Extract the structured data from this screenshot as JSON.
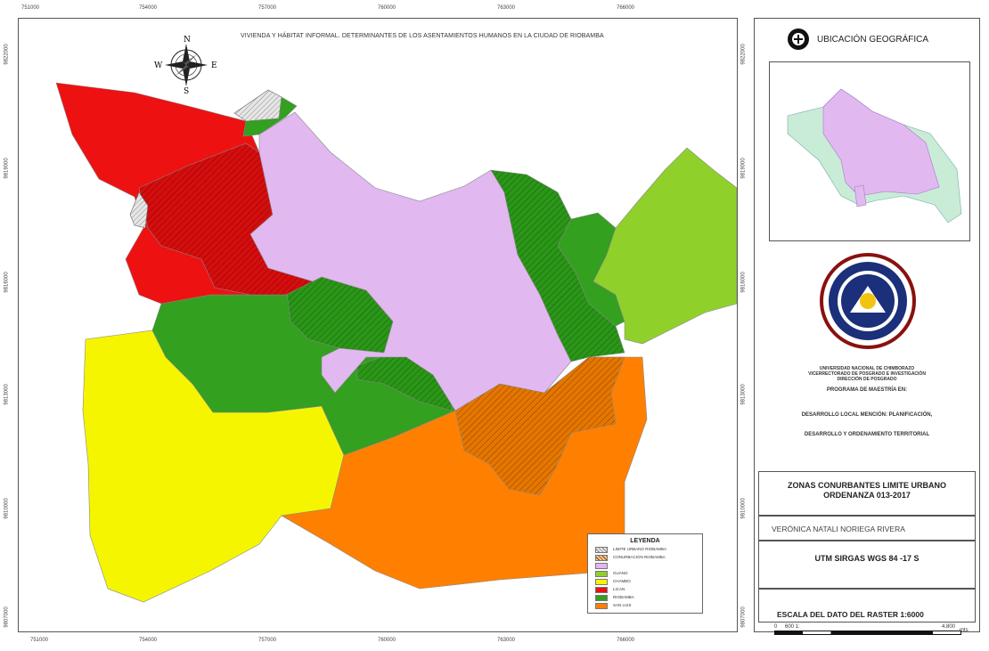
{
  "map": {
    "title": "VIVIENDA Y HÁBITAT INFORMAL. DETERMINANTES DE LOS ASENTAMIENTOS HUMANOS EN LA CIUDAD DE RIOBAMBA",
    "north_letters": {
      "n": "N",
      "s": "S",
      "e": "E",
      "w": "W"
    },
    "ticks_top": [
      "751000",
      "754000",
      "757000",
      "760000",
      "763000",
      "766000"
    ],
    "ticks_bottom": [
      "751000",
      "754000",
      "757000",
      "760000",
      "763000",
      "766000"
    ],
    "ticks_left": [
      "9822000",
      "9819000",
      "9816000",
      "9813000",
      "9810000",
      "9807000"
    ],
    "ticks_right": [
      "9822000",
      "9819000",
      "9816000",
      "9813000",
      "9810000",
      "9807000"
    ],
    "colors": {
      "limite": "#d8d8d8",
      "riobamba": "#e2b8f0",
      "guano": "#8fd12a",
      "chambo": "#f5f500",
      "licán": "#ee1111",
      "licto_dark": "#cc0a0a",
      "riobamba_rural": "#33a020",
      "riobamba_dark": "#248a18",
      "san_luis": "#ff8000",
      "san_luis_dark": "#e06f00"
    }
  },
  "legend": {
    "title": "LEYENDA",
    "items": [
      {
        "label": "LIMITE URBANO RIOBAMBA",
        "color": "#d8d8d8",
        "hatch": true
      },
      {
        "label": "CONURBACION RIOBAMBA",
        "color": "#f0c99a",
        "hatch": true
      },
      {
        "label": "",
        "color": "#e2b8f0",
        "hatch": false
      },
      {
        "label": "GUANO",
        "color": "#8fd12a",
        "hatch": false
      },
      {
        "label": "CHAMBO",
        "color": "#f5f500",
        "hatch": false
      },
      {
        "label": "LICAN",
        "color": "#ee1111",
        "hatch": false
      },
      {
        "label": "RIOBAMBA",
        "color": "#33a020",
        "hatch": false
      },
      {
        "label": "SAN LUIS",
        "color": "#ff8000",
        "hatch": false
      }
    ]
  },
  "side_panel": {
    "ubicacion_title": "UBICACIÓN GEOGRÁFICA",
    "university_line1": "UNIVERSIDAD NACIONAL DE CHIMBORAZO",
    "university_line2": "VICERRECTORADO DE POSGRADO E INVESTIGACIÓN",
    "university_line3": "DIRECCIÓN DE POSGRADO",
    "programa": "PROGRAMA DE MAESTRÍA EN:",
    "mencion1": "DESARROLLO LOCAL MENCIÓN: PLANIFICACIÓN,",
    "mencion2": "DESARROLLO Y ORDENAMIENTO TERRITORIAL",
    "zonas_line1": "ZONAS CONURBANTES LIMITE URBANO",
    "zonas_line2": "ORDENANZA 013-2017",
    "author": "VERÓNICA NATALI NORIEGA RIVERA",
    "utm": "UTM SIRGAS WGS 84 -17 S",
    "escala": "ESCALA DEL DATO DEL RASTER  1:6000",
    "scale_left": "0",
    "scale_mid": "600 1:",
    "scale_right": "4.800",
    "scale_unit": "mts"
  }
}
